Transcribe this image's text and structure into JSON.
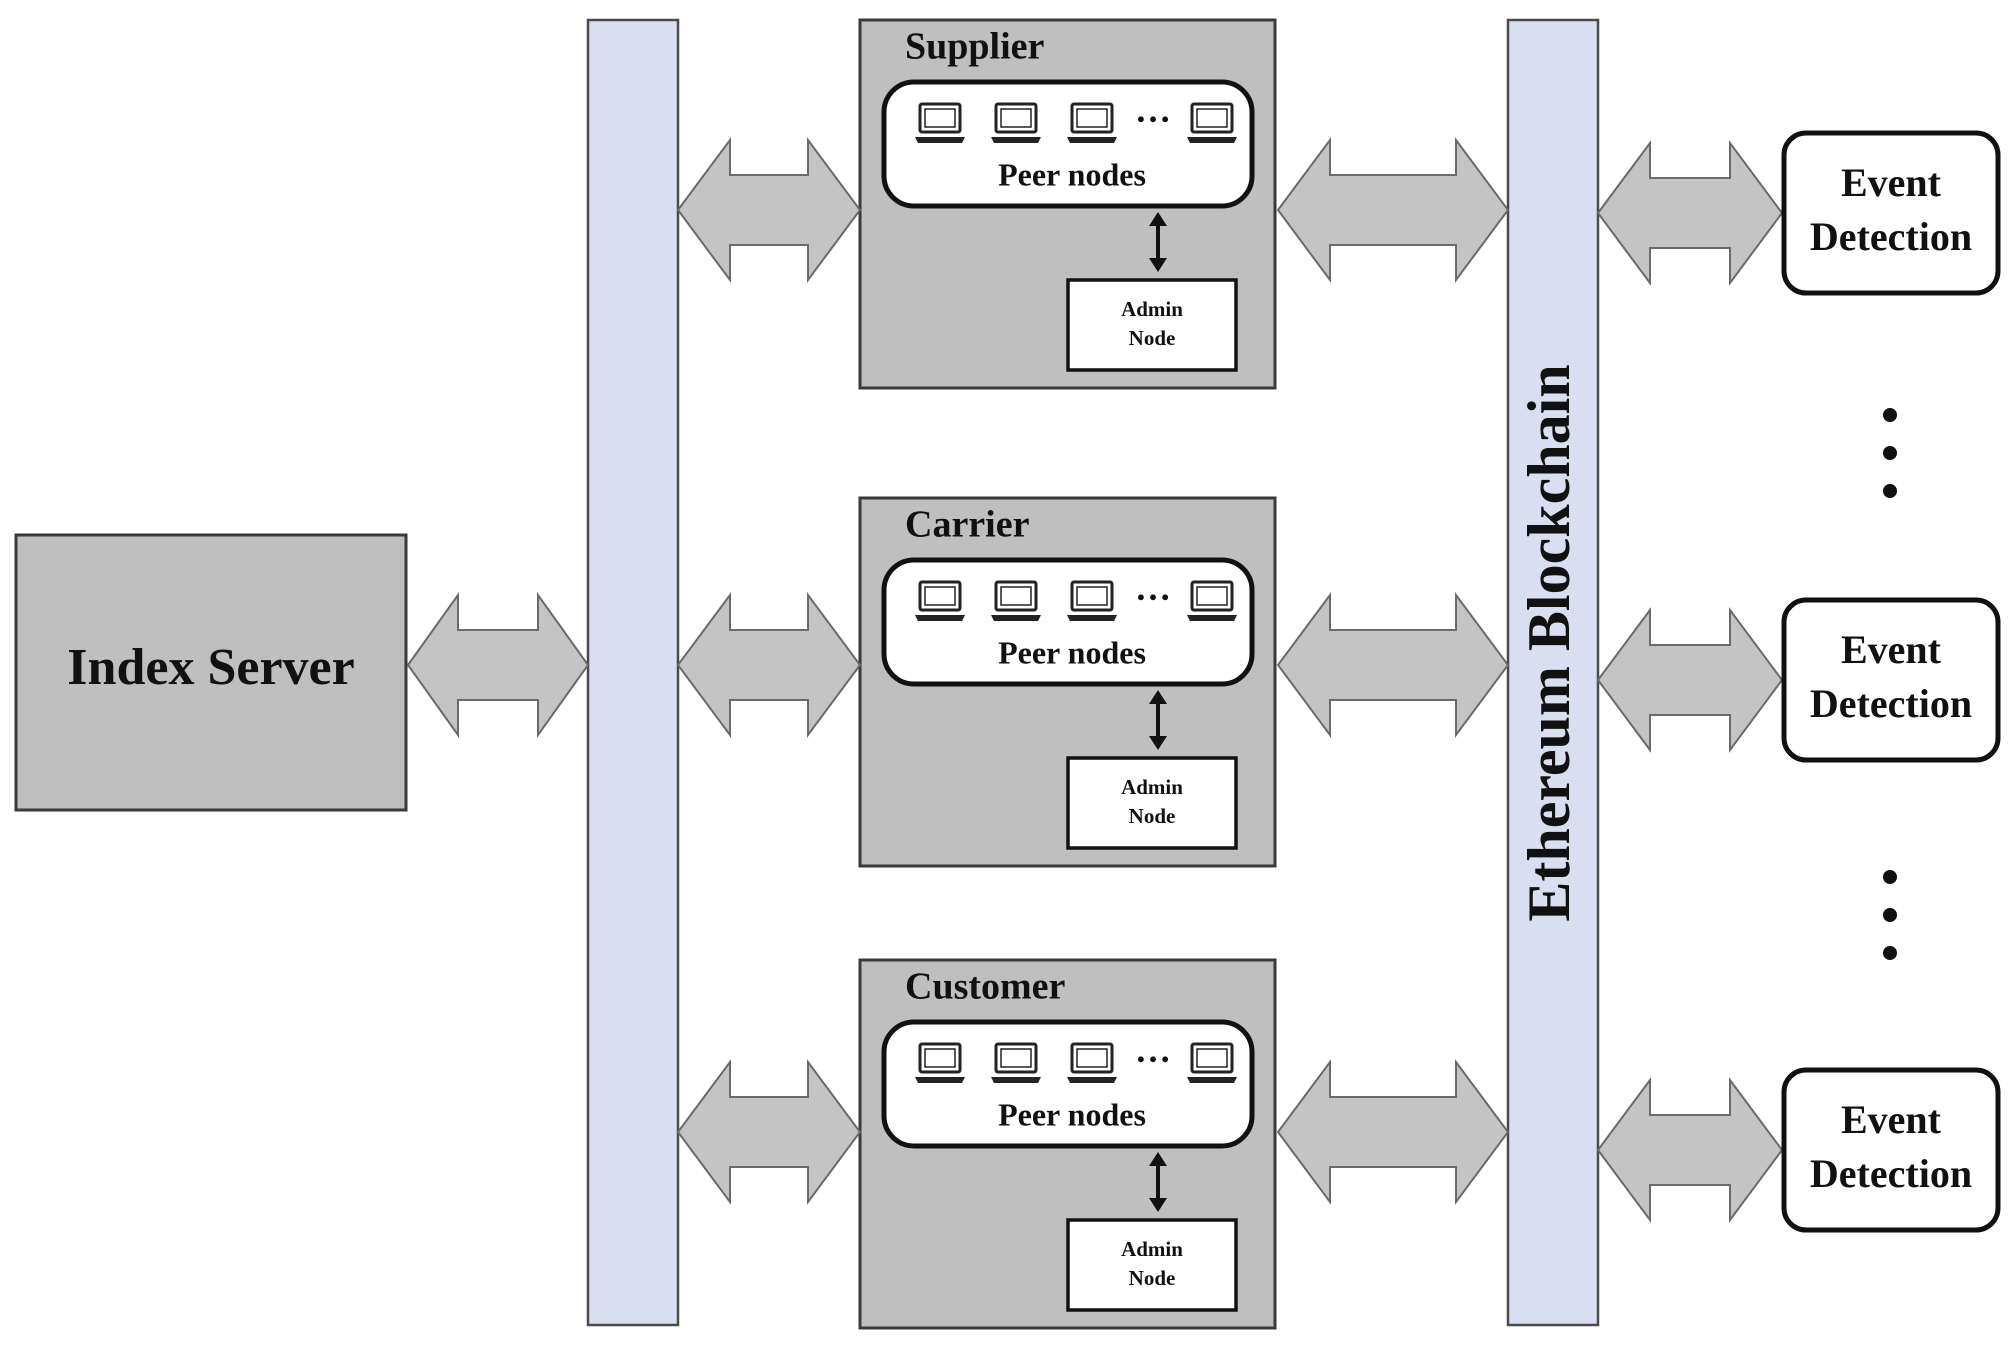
{
  "index_server": {
    "label": "Index Server"
  },
  "blockchain": {
    "label": "Ethereum Blockchain"
  },
  "groups": [
    {
      "title": "Supplier",
      "peer_label": "Peer nodes",
      "admin_line1": "Admin",
      "admin_line2": "Node"
    },
    {
      "title": "Carrier",
      "peer_label": "Peer nodes",
      "admin_line1": "Admin",
      "admin_line2": "Node"
    },
    {
      "title": "Customer",
      "peer_label": "Peer nodes",
      "admin_line1": "Admin",
      "admin_line2": "Node"
    }
  ],
  "event_detectors": [
    {
      "line1": "Event",
      "line2": "Detection"
    },
    {
      "line1": "Event",
      "line2": "Detection"
    },
    {
      "line1": "Event",
      "line2": "Detection"
    }
  ],
  "colors": {
    "box_gray": "#bfbfbf",
    "arrow_gray": "#c4c4c4",
    "bus_blue": "#d9dff0",
    "border_dark": "#3a3a3a"
  }
}
